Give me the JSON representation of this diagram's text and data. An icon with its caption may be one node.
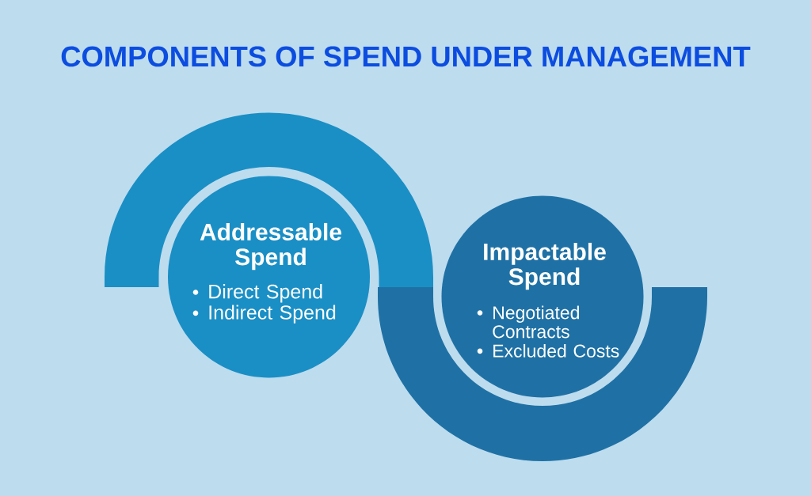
{
  "diagram": {
    "title": "COMPONENTS OF SPEND UNDER MANAGEMENT",
    "nodes": [
      {
        "text": [
          "Addressable Spend",
          "Direct Spend",
          "Indirect Spend"
        ]
      },
      {
        "text": [
          "Impactable Spend",
          "Negotiated Contracts",
          "Excluded Costs"
        ]
      }
    ]
  }
}
